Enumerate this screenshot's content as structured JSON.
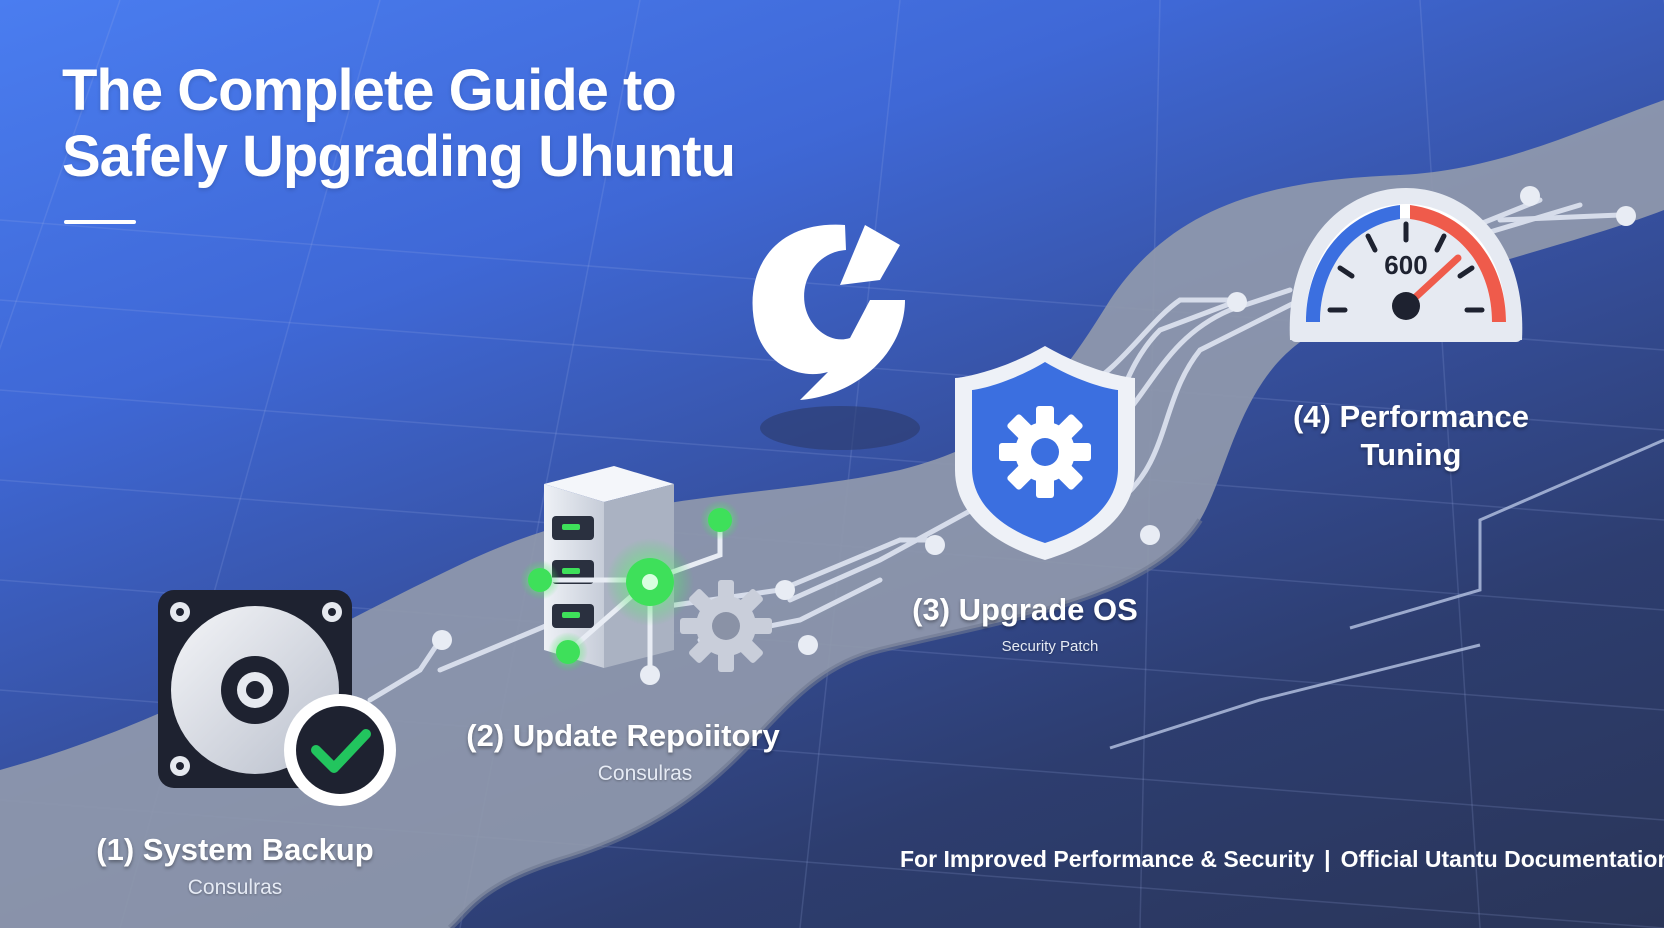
{
  "title": {
    "line1": "The Complete Guide to",
    "line2": "Safely Upgrading Uhuntu"
  },
  "steps": [
    {
      "label": "(1) System Backup",
      "sub": "Consulras"
    },
    {
      "label": "(2) Update Repoiitory",
      "sub": "Consulras"
    },
    {
      "label": "(3) Upgrade OS",
      "sub": "Security Patch"
    },
    {
      "label_line1": "(4) Performance",
      "label_line2": "Tuning"
    }
  ],
  "gauge": {
    "value": "600"
  },
  "footer": {
    "left": "For Improved Performance & Security",
    "separator": "|",
    "right": "Official Utantu Documentation"
  },
  "colors": {
    "accent_blue": "#4a7df0",
    "check_green": "#22c55e",
    "node_green": "#3ee05a",
    "gauge_red": "#ef5b4b",
    "gauge_blue": "#3b6fe0"
  },
  "icons": [
    "hard-drive-icon",
    "checkmark-icon",
    "server-icon",
    "gear-icon",
    "lightning-logo-icon",
    "shield-gear-icon",
    "speedometer-icon"
  ]
}
